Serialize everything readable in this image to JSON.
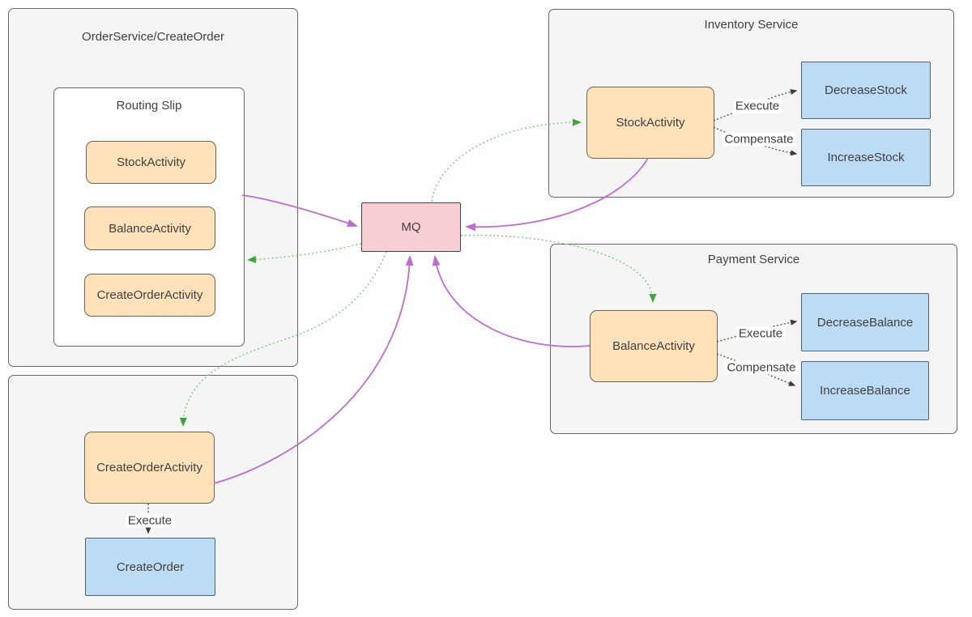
{
  "colors": {
    "canvas_bg": "#ffffff",
    "container_fill": "#f5f5f5",
    "container_border": "#666666",
    "activity_fill": "#ffe2ba",
    "activity_border": "#6e6254",
    "handler_fill": "#bcdcf5",
    "handler_border": "#54626e",
    "mq_fill": "#f9ced4",
    "mq_border": "#4a4043",
    "saga_arrow": "#bf6bd6",
    "event_arrow": "#85c985",
    "event_arrowhead": "#3fa33f",
    "exec_arrow": "#4d4d4d",
    "text_color": "#3f3f3f"
  },
  "order_service": {
    "title": "OrderService/CreateOrder",
    "routing_slip": {
      "title": "Routing Slip",
      "items": [
        "StockActivity",
        "BalanceActivity",
        "CreateOrderActivity"
      ]
    }
  },
  "order_worker": {
    "activity": "CreateOrderActivity",
    "execute_label": "Execute",
    "handler": "CreateOrder"
  },
  "inventory_service": {
    "title": "Inventory Service",
    "activity": "StockActivity",
    "execute_label": "Execute",
    "execute_handler": "DecreaseStock",
    "compensate_label": "Compensate",
    "compensate_handler": "IncreaseStock"
  },
  "payment_service": {
    "title": "Payment Service",
    "activity": "BalanceActivity",
    "execute_label": "Execute",
    "execute_handler": "DecreaseBalance",
    "compensate_label": "Compensate",
    "compensate_handler": "IncreaseBalance"
  },
  "mq": {
    "label": "MQ"
  },
  "edges": [
    {
      "from": "routing-slip",
      "to": "mq",
      "kind": "saga-message"
    },
    {
      "from": "stock-activity",
      "to": "mq",
      "kind": "saga-message"
    },
    {
      "from": "balance-activity",
      "to": "mq",
      "kind": "saga-message"
    },
    {
      "from": "create-order-activity",
      "to": "mq",
      "kind": "saga-message"
    },
    {
      "from": "mq",
      "to": "stock-activity",
      "kind": "event"
    },
    {
      "from": "mq",
      "to": "routing-slip",
      "kind": "event"
    },
    {
      "from": "mq",
      "to": "create-order-activity",
      "kind": "event"
    },
    {
      "from": "mq",
      "to": "balance-activity",
      "kind": "event"
    },
    {
      "from": "stock-activity",
      "to": "decrease-stock",
      "kind": "execute"
    },
    {
      "from": "stock-activity",
      "to": "increase-stock",
      "kind": "compensate"
    },
    {
      "from": "balance-activity",
      "to": "decrease-balance",
      "kind": "execute"
    },
    {
      "from": "balance-activity",
      "to": "increase-balance",
      "kind": "compensate"
    },
    {
      "from": "create-order-activity",
      "to": "create-order",
      "kind": "execute"
    }
  ]
}
